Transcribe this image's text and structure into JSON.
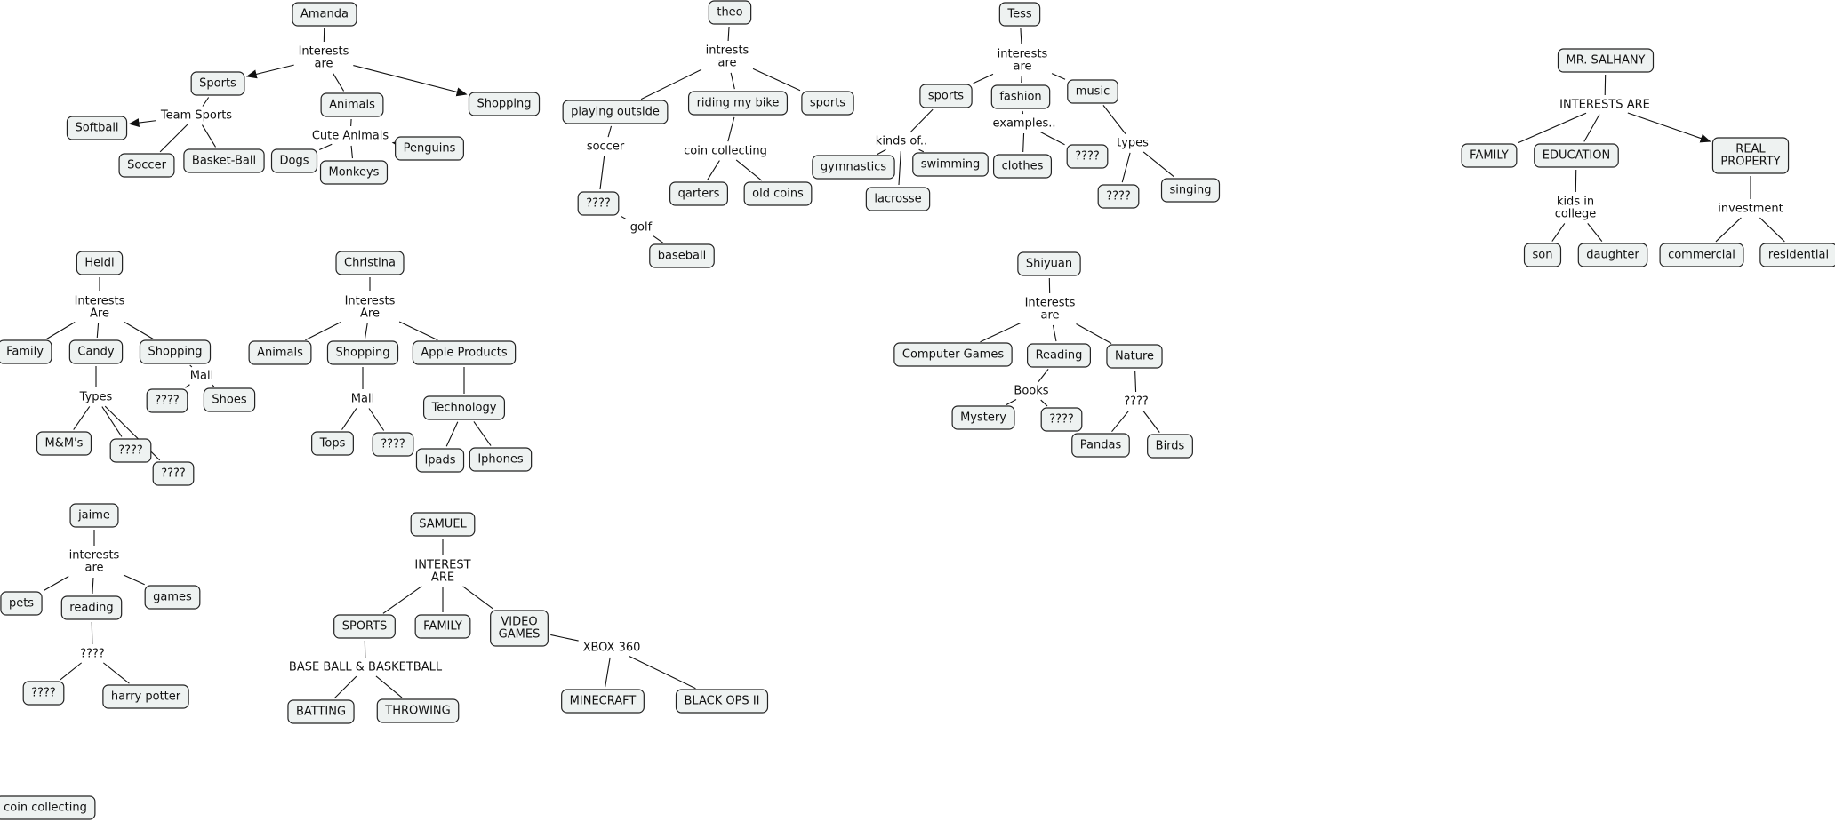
{
  "colors": {
    "node_fill": "#eef2f1",
    "node_stroke": "#222222",
    "line": "#111111",
    "background": "#ffffff"
  },
  "nodes": [
    {
      "id": "amanda",
      "text": [
        "Amanda"
      ]
    },
    {
      "id": "a_sports",
      "text": [
        "Sports"
      ]
    },
    {
      "id": "a_animals",
      "text": [
        "Animals"
      ]
    },
    {
      "id": "a_shopping",
      "text": [
        "Shopping"
      ]
    },
    {
      "id": "a_softball",
      "text": [
        "Softball"
      ]
    },
    {
      "id": "a_soccer",
      "text": [
        "Soccer"
      ]
    },
    {
      "id": "a_basketball",
      "text": [
        "Basket-Ball"
      ]
    },
    {
      "id": "a_dogs",
      "text": [
        "Dogs"
      ]
    },
    {
      "id": "a_monkeys",
      "text": [
        "Monkeys"
      ]
    },
    {
      "id": "a_penguins",
      "text": [
        "Penguins"
      ]
    },
    {
      "id": "theo",
      "text": [
        "theo"
      ]
    },
    {
      "id": "t_playing",
      "text": [
        "playing outside"
      ]
    },
    {
      "id": "t_bike",
      "text": [
        "riding my bike"
      ]
    },
    {
      "id": "t_sports",
      "text": [
        "sports"
      ]
    },
    {
      "id": "t_q",
      "text": [
        "????"
      ]
    },
    {
      "id": "t_baseball",
      "text": [
        "baseball"
      ]
    },
    {
      "id": "t_qarters",
      "text": [
        "qarters"
      ]
    },
    {
      "id": "t_oldcoins",
      "text": [
        "old coins"
      ]
    },
    {
      "id": "tess",
      "text": [
        "Tess"
      ]
    },
    {
      "id": "ts_sports",
      "text": [
        "sports"
      ]
    },
    {
      "id": "ts_fashion",
      "text": [
        "fashion"
      ]
    },
    {
      "id": "ts_music",
      "text": [
        "music"
      ]
    },
    {
      "id": "ts_gym",
      "text": [
        "gymnastics"
      ]
    },
    {
      "id": "ts_swim",
      "text": [
        "swimming"
      ]
    },
    {
      "id": "ts_lacrosse",
      "text": [
        "lacrosse"
      ]
    },
    {
      "id": "ts_clothes",
      "text": [
        "clothes"
      ]
    },
    {
      "id": "ts_q1",
      "text": [
        "????"
      ]
    },
    {
      "id": "ts_q2",
      "text": [
        "????"
      ]
    },
    {
      "id": "ts_singing",
      "text": [
        "singing"
      ]
    },
    {
      "id": "salhany",
      "text": [
        "MR. SALHANY"
      ]
    },
    {
      "id": "s_family",
      "text": [
        "FAMILY"
      ]
    },
    {
      "id": "s_education",
      "text": [
        "EDUCATION"
      ]
    },
    {
      "id": "s_real",
      "text": [
        "REAL",
        "PROPERTY"
      ]
    },
    {
      "id": "s_son",
      "text": [
        "son"
      ]
    },
    {
      "id": "s_daughter",
      "text": [
        "daughter"
      ]
    },
    {
      "id": "s_commercial",
      "text": [
        "commercial"
      ]
    },
    {
      "id": "s_residential",
      "text": [
        "residential"
      ]
    },
    {
      "id": "heidi",
      "text": [
        "Heidi"
      ]
    },
    {
      "id": "h_family",
      "text": [
        "Family"
      ]
    },
    {
      "id": "h_candy",
      "text": [
        "Candy"
      ]
    },
    {
      "id": "h_shopping",
      "text": [
        "Shopping"
      ]
    },
    {
      "id": "h_q1",
      "text": [
        "????"
      ]
    },
    {
      "id": "h_shoes",
      "text": [
        "Shoes"
      ]
    },
    {
      "id": "h_mms",
      "text": [
        "M&M's"
      ]
    },
    {
      "id": "h_q2",
      "text": [
        "????"
      ]
    },
    {
      "id": "h_q3",
      "text": [
        "????"
      ]
    },
    {
      "id": "christina",
      "text": [
        "Christina"
      ]
    },
    {
      "id": "c_animals",
      "text": [
        "Animals"
      ]
    },
    {
      "id": "c_shopping",
      "text": [
        "Shopping"
      ]
    },
    {
      "id": "c_apple",
      "text": [
        "Apple Products"
      ]
    },
    {
      "id": "c_tech",
      "text": [
        "Technology"
      ]
    },
    {
      "id": "c_tops",
      "text": [
        "Tops"
      ]
    },
    {
      "id": "c_q",
      "text": [
        "????"
      ]
    },
    {
      "id": "c_ipads",
      "text": [
        "Ipads"
      ]
    },
    {
      "id": "c_iphones",
      "text": [
        "Iphones"
      ]
    },
    {
      "id": "shiyuan",
      "text": [
        "Shiyuan"
      ]
    },
    {
      "id": "sh_games",
      "text": [
        "Computer Games"
      ]
    },
    {
      "id": "sh_reading",
      "text": [
        "Reading"
      ]
    },
    {
      "id": "sh_nature",
      "text": [
        "Nature"
      ]
    },
    {
      "id": "sh_mystery",
      "text": [
        "Mystery"
      ]
    },
    {
      "id": "sh_q",
      "text": [
        "????"
      ]
    },
    {
      "id": "sh_pandas",
      "text": [
        "Pandas"
      ]
    },
    {
      "id": "sh_birds",
      "text": [
        "Birds"
      ]
    },
    {
      "id": "jaime",
      "text": [
        "jaime"
      ]
    },
    {
      "id": "j_pets",
      "text": [
        "pets"
      ]
    },
    {
      "id": "j_reading",
      "text": [
        "reading"
      ]
    },
    {
      "id": "j_games",
      "text": [
        "games"
      ]
    },
    {
      "id": "j_q",
      "text": [
        "????"
      ]
    },
    {
      "id": "j_hp",
      "text": [
        "harry potter"
      ]
    },
    {
      "id": "samuel",
      "text": [
        "SAMUEL"
      ]
    },
    {
      "id": "sa_sports",
      "text": [
        "SPORTS"
      ]
    },
    {
      "id": "sa_family",
      "text": [
        "FAMILY"
      ]
    },
    {
      "id": "sa_video",
      "text": [
        "VIDEO",
        "GAMES"
      ]
    },
    {
      "id": "sa_batting",
      "text": [
        "BATTING"
      ]
    },
    {
      "id": "sa_throwing",
      "text": [
        "THROWING"
      ]
    },
    {
      "id": "sa_minecraft",
      "text": [
        "MINECRAFT"
      ]
    },
    {
      "id": "sa_blackops",
      "text": [
        "BLACK OPS II"
      ]
    },
    {
      "id": "coin",
      "text": [
        "coin collecting"
      ]
    }
  ],
  "labels": [
    {
      "id": "l_a_int",
      "text": [
        "Interests",
        "are"
      ]
    },
    {
      "id": "l_a_team",
      "text": [
        "Team Sports"
      ]
    },
    {
      "id": "l_a_cute",
      "text": [
        "Cute Animals"
      ]
    },
    {
      "id": "l_t_int",
      "text": [
        "intrests",
        "are"
      ]
    },
    {
      "id": "l_t_soccer",
      "text": [
        "soccer"
      ]
    },
    {
      "id": "l_t_golf",
      "text": [
        "golf"
      ]
    },
    {
      "id": "l_t_coin",
      "text": [
        "coin collecting"
      ]
    },
    {
      "id": "l_ts_int",
      "text": [
        "interests",
        "are"
      ]
    },
    {
      "id": "l_ts_kinds",
      "text": [
        "kinds of.."
      ]
    },
    {
      "id": "l_ts_ex",
      "text": [
        "examples.."
      ]
    },
    {
      "id": "l_ts_types",
      "text": [
        "types"
      ]
    },
    {
      "id": "l_s_int",
      "text": [
        "INTERESTS ARE"
      ]
    },
    {
      "id": "l_s_kids",
      "text": [
        "kids in",
        "college"
      ]
    },
    {
      "id": "l_s_inv",
      "text": [
        "investment"
      ]
    },
    {
      "id": "l_h_int",
      "text": [
        "Interests",
        "Are"
      ]
    },
    {
      "id": "l_h_mall",
      "text": [
        "Mall"
      ]
    },
    {
      "id": "l_h_types",
      "text": [
        "Types"
      ]
    },
    {
      "id": "l_c_int",
      "text": [
        "Interests",
        "Are"
      ]
    },
    {
      "id": "l_c_mall",
      "text": [
        "Mall"
      ]
    },
    {
      "id": "l_sh_int",
      "text": [
        "Interests",
        "are"
      ]
    },
    {
      "id": "l_sh_books",
      "text": [
        "Books"
      ]
    },
    {
      "id": "l_sh_q",
      "text": [
        "????"
      ]
    },
    {
      "id": "l_j_int",
      "text": [
        "interests",
        "are"
      ]
    },
    {
      "id": "l_j_q",
      "text": [
        "????"
      ]
    },
    {
      "id": "l_sa_int",
      "text": [
        "INTEREST",
        "ARE"
      ]
    },
    {
      "id": "l_sa_bb",
      "text": [
        "BASE BALL & BASKETBALL"
      ]
    },
    {
      "id": "l_sa_xbox",
      "text": [
        "XBOX 360"
      ]
    }
  ],
  "edges": [
    [
      "amanda",
      "l_a_int",
      false
    ],
    [
      "l_a_int",
      "a_sports",
      true
    ],
    [
      "l_a_int",
      "a_animals",
      false
    ],
    [
      "l_a_int",
      "a_shopping",
      true
    ],
    [
      "a_sports",
      "l_a_team",
      false
    ],
    [
      "l_a_team",
      "a_softball",
      true
    ],
    [
      "l_a_team",
      "a_soccer",
      false
    ],
    [
      "l_a_team",
      "a_basketball",
      false
    ],
    [
      "a_animals",
      "l_a_cute",
      false
    ],
    [
      "l_a_cute",
      "a_dogs",
      false
    ],
    [
      "l_a_cute",
      "a_monkeys",
      false
    ],
    [
      "l_a_cute",
      "a_penguins",
      true
    ],
    [
      "theo",
      "l_t_int",
      false
    ],
    [
      "l_t_int",
      "t_playing",
      false
    ],
    [
      "l_t_int",
      "t_bike",
      false
    ],
    [
      "l_t_int",
      "t_sports",
      false
    ],
    [
      "t_playing",
      "l_t_soccer",
      false
    ],
    [
      "l_t_soccer",
      "t_q",
      false
    ],
    [
      "t_q",
      "l_t_golf",
      false
    ],
    [
      "l_t_golf",
      "t_baseball",
      false
    ],
    [
      "t_bike",
      "l_t_coin",
      false
    ],
    [
      "l_t_coin",
      "t_qarters",
      false
    ],
    [
      "l_t_coin",
      "t_oldcoins",
      false
    ],
    [
      "tess",
      "l_ts_int",
      false
    ],
    [
      "l_ts_int",
      "ts_sports",
      false
    ],
    [
      "l_ts_int",
      "ts_fashion",
      false
    ],
    [
      "l_ts_int",
      "ts_music",
      false
    ],
    [
      "ts_sports",
      "l_ts_kinds",
      false
    ],
    [
      "l_ts_kinds",
      "ts_gym",
      false
    ],
    [
      "l_ts_kinds",
      "ts_swim",
      false
    ],
    [
      "l_ts_kinds",
      "ts_lacrosse",
      false
    ],
    [
      "ts_fashion",
      "l_ts_ex",
      false
    ],
    [
      "l_ts_ex",
      "ts_clothes",
      false
    ],
    [
      "l_ts_ex",
      "ts_q1",
      false
    ],
    [
      "ts_music",
      "l_ts_types",
      false
    ],
    [
      "l_ts_types",
      "ts_q2",
      false
    ],
    [
      "l_ts_types",
      "ts_singing",
      false
    ],
    [
      "salhany",
      "l_s_int",
      false
    ],
    [
      "l_s_int",
      "s_family",
      false
    ],
    [
      "l_s_int",
      "s_education",
      false
    ],
    [
      "l_s_int",
      "s_real",
      true
    ],
    [
      "s_education",
      "l_s_kids",
      false
    ],
    [
      "l_s_kids",
      "s_son",
      false
    ],
    [
      "l_s_kids",
      "s_daughter",
      false
    ],
    [
      "s_real",
      "l_s_inv",
      false
    ],
    [
      "l_s_inv",
      "s_commercial",
      false
    ],
    [
      "l_s_inv",
      "s_residential",
      false
    ],
    [
      "heidi",
      "l_h_int",
      false
    ],
    [
      "l_h_int",
      "h_family",
      false
    ],
    [
      "l_h_int",
      "h_candy",
      false
    ],
    [
      "l_h_int",
      "h_shopping",
      false
    ],
    [
      "h_shopping",
      "l_h_mall",
      false
    ],
    [
      "l_h_mall",
      "h_q1",
      false
    ],
    [
      "l_h_mall",
      "h_shoes",
      false
    ],
    [
      "h_candy",
      "l_h_types",
      false
    ],
    [
      "l_h_types",
      "h_mms",
      false
    ],
    [
      "l_h_types",
      "h_q2",
      false
    ],
    [
      "l_h_types",
      "h_q3",
      false
    ],
    [
      "christina",
      "l_c_int",
      false
    ],
    [
      "l_c_int",
      "c_animals",
      false
    ],
    [
      "l_c_int",
      "c_shopping",
      false
    ],
    [
      "l_c_int",
      "c_apple",
      false
    ],
    [
      "c_apple",
      "c_tech",
      false
    ],
    [
      "c_shopping",
      "l_c_mall",
      false
    ],
    [
      "l_c_mall",
      "c_tops",
      false
    ],
    [
      "l_c_mall",
      "c_q",
      false
    ],
    [
      "c_tech",
      "c_ipads",
      false
    ],
    [
      "c_tech",
      "c_iphones",
      false
    ],
    [
      "shiyuan",
      "l_sh_int",
      false
    ],
    [
      "l_sh_int",
      "sh_games",
      false
    ],
    [
      "l_sh_int",
      "sh_reading",
      false
    ],
    [
      "l_sh_int",
      "sh_nature",
      false
    ],
    [
      "sh_reading",
      "l_sh_books",
      false
    ],
    [
      "l_sh_books",
      "sh_mystery",
      false
    ],
    [
      "l_sh_books",
      "sh_q",
      false
    ],
    [
      "sh_nature",
      "l_sh_q",
      false
    ],
    [
      "l_sh_q",
      "sh_pandas",
      false
    ],
    [
      "l_sh_q",
      "sh_birds",
      false
    ],
    [
      "jaime",
      "l_j_int",
      false
    ],
    [
      "l_j_int",
      "j_pets",
      false
    ],
    [
      "l_j_int",
      "j_reading",
      false
    ],
    [
      "l_j_int",
      "j_games",
      false
    ],
    [
      "j_reading",
      "l_j_q",
      false
    ],
    [
      "l_j_q",
      "j_q",
      false
    ],
    [
      "l_j_q",
      "j_hp",
      false
    ],
    [
      "samuel",
      "l_sa_int",
      false
    ],
    [
      "l_sa_int",
      "sa_sports",
      false
    ],
    [
      "l_sa_int",
      "sa_family",
      false
    ],
    [
      "l_sa_int",
      "sa_video",
      false
    ],
    [
      "sa_sports",
      "l_sa_bb",
      false
    ],
    [
      "l_sa_bb",
      "sa_batting",
      false
    ],
    [
      "l_sa_bb",
      "sa_throwing",
      false
    ],
    [
      "sa_video",
      "l_sa_xbox",
      false
    ],
    [
      "l_sa_xbox",
      "sa_minecraft",
      false
    ],
    [
      "l_sa_xbox",
      "sa_blackops",
      false
    ]
  ]
}
